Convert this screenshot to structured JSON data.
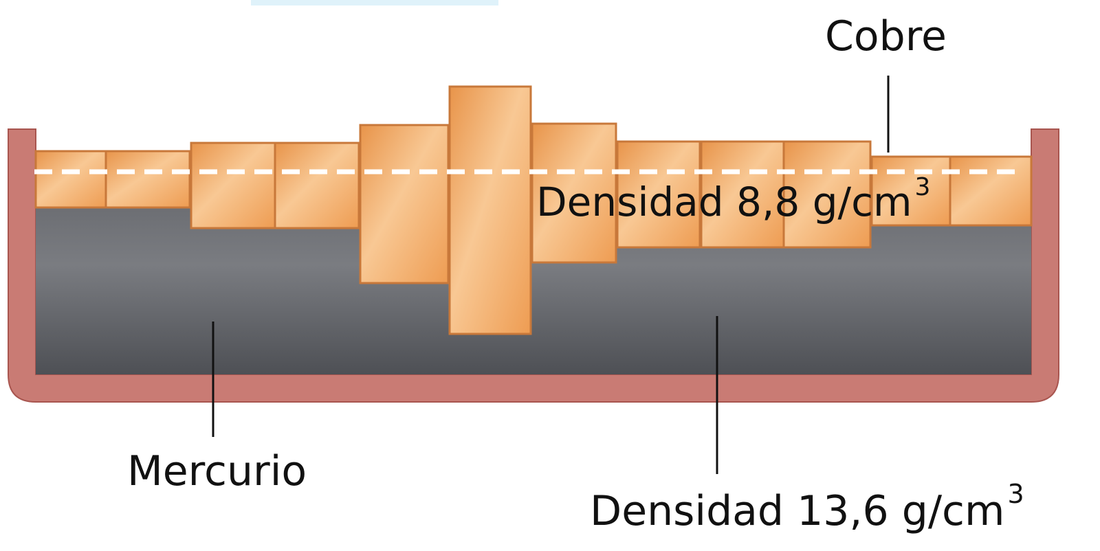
{
  "labels": {
    "copper_name": "Cobre",
    "copper_density_value": "Densidad 8,8 g/cm",
    "copper_density_exponent": "3",
    "mercury_name": "Mercurio",
    "mercury_density_value": "Densidad 13,6 g/cm",
    "mercury_density_exponent": "3"
  },
  "colors": {
    "copper": "#F0A45C",
    "copper_light": "#F8C894",
    "copper_edge": "#C8783A",
    "mercury": "#5E6065",
    "mercury_light": "#7C7E83",
    "tray": "#C97B74",
    "tray_edge": "#A8554F",
    "waterline": "#FFFFFF",
    "sky_strip": "#DFF2FA"
  }
}
